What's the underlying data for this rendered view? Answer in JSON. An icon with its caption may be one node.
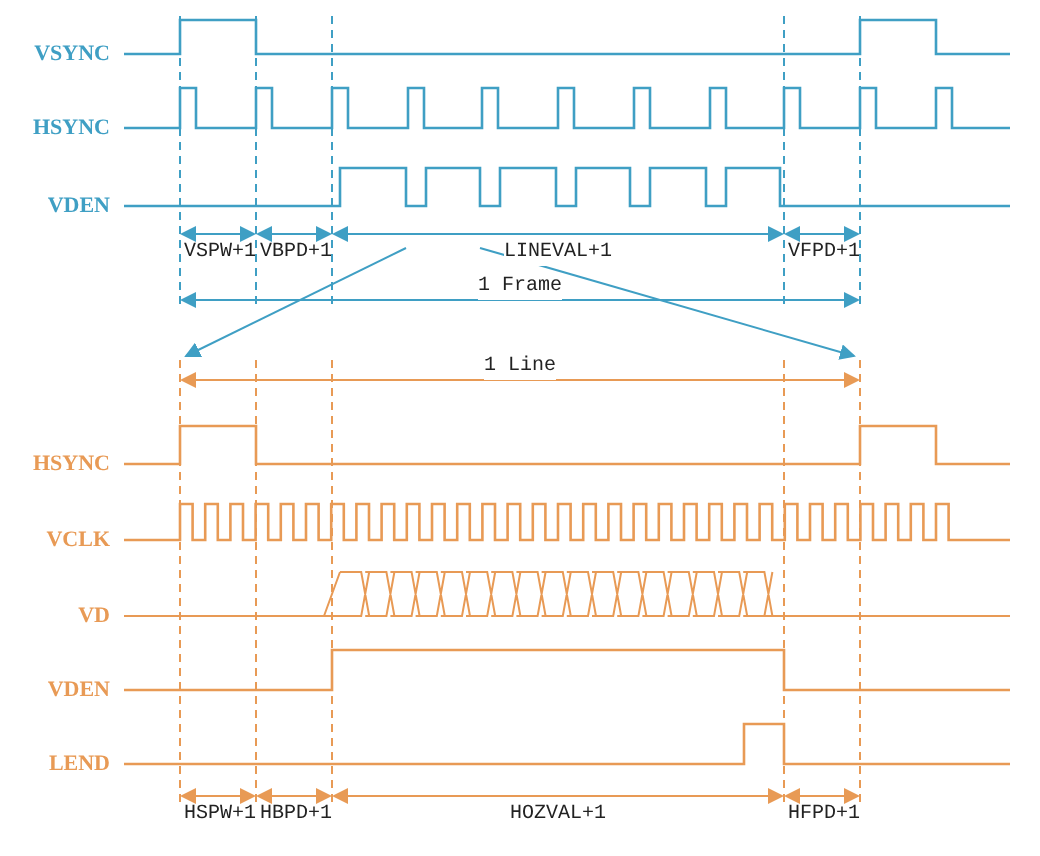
{
  "diagram": {
    "labels": [
      "VSYNC",
      "HSYNC",
      "VDEN",
      "VSPW+1",
      "VBPD+1",
      "LINEVAL+1",
      "VFPD+1",
      "1 Frame",
      "1 Line",
      "HSYNC",
      "VCLK",
      "VD",
      "VDEN",
      "LEND",
      "HSPW+1",
      "HBPD+1",
      "HOZVAL+1",
      "HFPD+1"
    ]
  }
}
